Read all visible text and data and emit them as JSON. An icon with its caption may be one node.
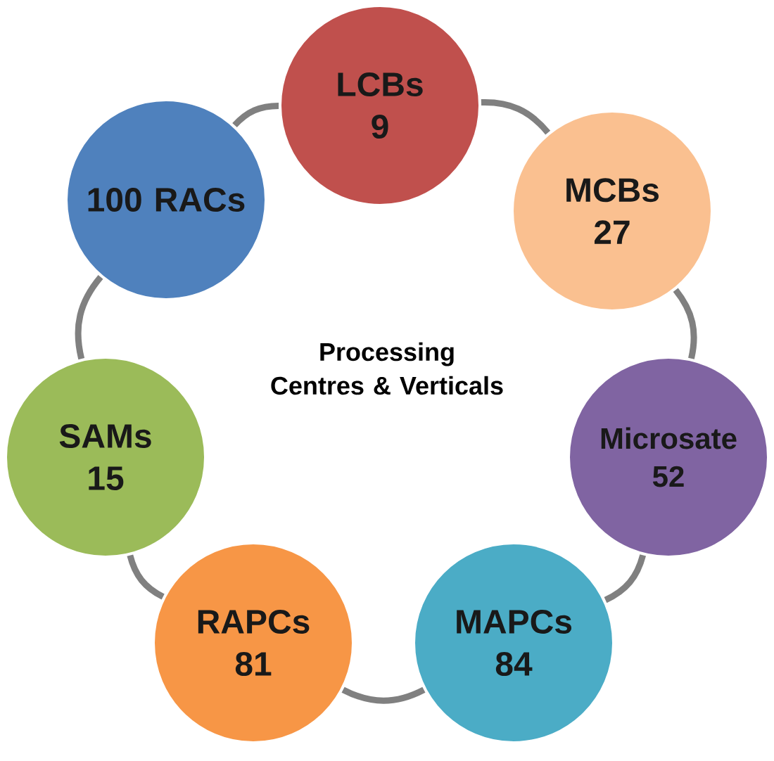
{
  "diagram": {
    "nodes": [
      {
        "text": [
          "LCBs",
          "9"
        ]
      },
      {
        "text": [
          "MCBs",
          "27"
        ]
      },
      {
        "text": [
          "Microsate",
          "52"
        ]
      },
      {
        "text": [
          "MAPCs",
          "84"
        ]
      },
      {
        "text": [
          "RAPCs",
          "81"
        ]
      },
      {
        "text": [
          "SAMs",
          "15"
        ]
      },
      {
        "text": [
          "100 RACs"
        ]
      }
    ],
    "edges": [
      {
        "from": 0,
        "to": 1,
        "arrow": "none"
      },
      {
        "from": 1,
        "to": 2,
        "arrow": "none"
      },
      {
        "from": 2,
        "to": 3,
        "arrow": "none"
      },
      {
        "from": 3,
        "to": 4,
        "arrow": "none"
      },
      {
        "from": 4,
        "to": 5,
        "arrow": "none"
      },
      {
        "from": 5,
        "to": 6,
        "arrow": "none"
      },
      {
        "from": 6,
        "to": 0,
        "arrow": "none"
      }
    ],
    "labels": [
      "Processing Centres & Verticals"
    ]
  }
}
